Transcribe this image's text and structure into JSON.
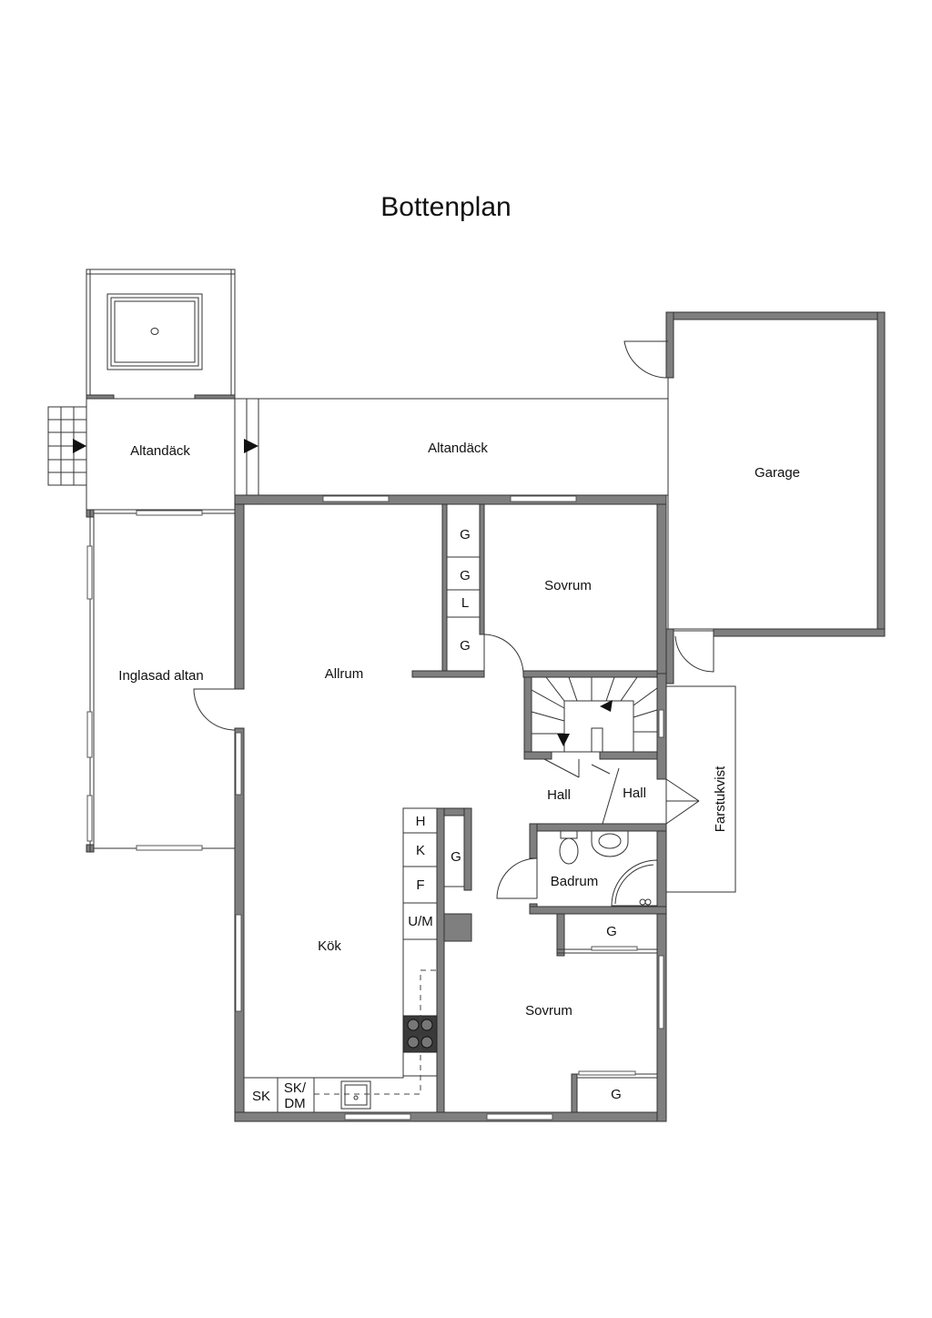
{
  "title": "Bottenplan",
  "rooms": {
    "altandack_left": "Altandäck",
    "altandack_right": "Altandäck",
    "garage": "Garage",
    "sovrum_upper": "Sovrum",
    "allrum": "Allrum",
    "inglasad_altan": "Inglasad altan",
    "hall_left": "Hall",
    "hall_right": "Hall",
    "farstukvist": "Farstukvist",
    "badrum": "Badrum",
    "kok": "Kök",
    "sovrum_lower": "Sovrum"
  },
  "closets": {
    "g1": "G",
    "g2": "G",
    "l": "L",
    "g3": "G",
    "g_kitchen": "G",
    "g_bedroom_top": "G",
    "g_bedroom_bottom": "G"
  },
  "kitchen_units": {
    "h": "H",
    "k": "K",
    "f": "F",
    "um": "U/M",
    "sk": "SK",
    "skdm_line1": "SK/",
    "skdm_line2": "DM"
  },
  "colors": {
    "wall_fill": "#7f7f7f",
    "line": "#333333",
    "background": "#ffffff"
  }
}
